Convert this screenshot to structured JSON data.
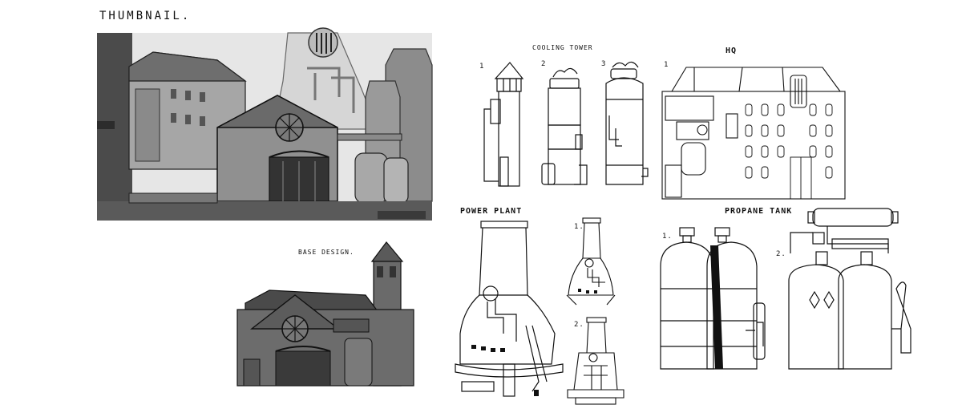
{
  "labels": {
    "thumbnail": "THUMBNAIL.",
    "base_design": "BASE DESIGN.",
    "cooling_tower": "COOLING TOWER",
    "hq": "HQ",
    "power_plant": "POWER PLANT",
    "propane_tank": "PROPANE TANK"
  },
  "cooling_numbers": [
    "1",
    "2",
    "3"
  ],
  "hq_number": "1",
  "power_numbers": [
    "1.",
    "2."
  ],
  "propane_numbers": [
    "1.",
    "2."
  ]
}
